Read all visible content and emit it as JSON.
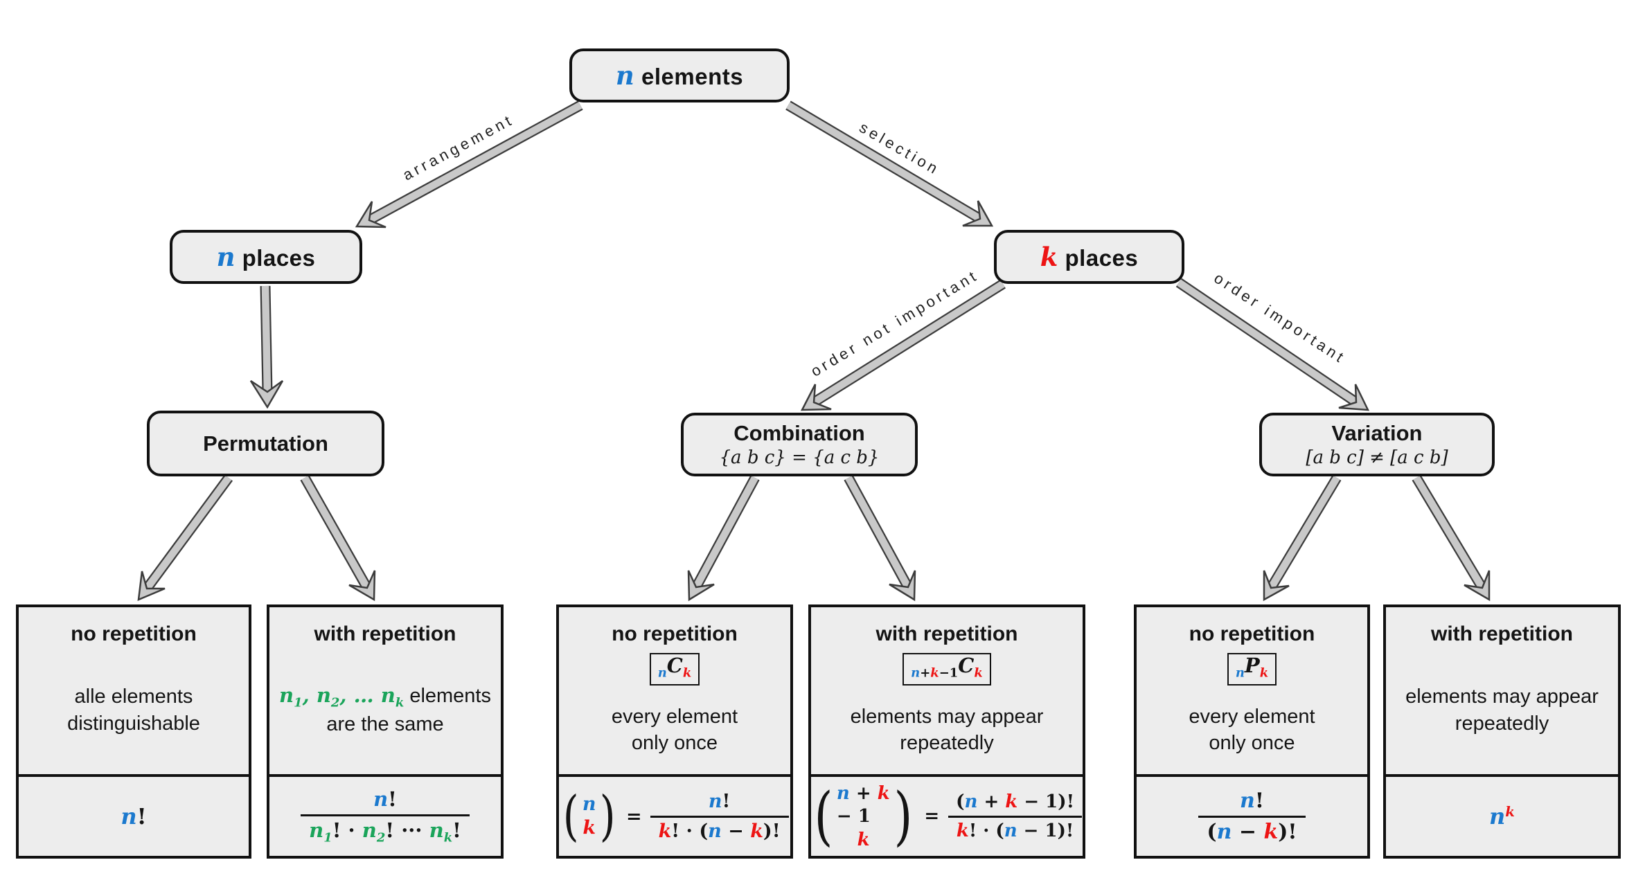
{
  "colors": {
    "blue": "#1b79ce",
    "red": "#ed1414",
    "green": "#1aa45a",
    "box_bg": "#ededed",
    "box_border": "#111111",
    "arrow_fill": "#c9c9c9",
    "arrow_edge": "#3c3c3c",
    "text": "#141414"
  },
  "nodes": {
    "root": {
      "tokens": [
        {
          "t": "n",
          "c": "b"
        },
        {
          "t": " elements",
          "c": "t"
        }
      ]
    },
    "n_places": {
      "tokens": [
        {
          "t": "n",
          "c": "b"
        },
        {
          "t": " places",
          "c": "t"
        }
      ]
    },
    "k_places": {
      "tokens": [
        {
          "t": "k",
          "c": "r"
        },
        {
          "t": " places",
          "c": "t"
        }
      ]
    },
    "permutation": {
      "title": "Permutation"
    },
    "combination": {
      "title": "Combination",
      "subtitle": "{a b c} = {a c b}"
    },
    "variation": {
      "title": "Variation",
      "subtitle": "[a b c] ≠ [a c b]"
    }
  },
  "edge_labels": {
    "arrangement": "arrangement",
    "selection": "selection",
    "order_not_important": "order not important",
    "order_important": "order important"
  },
  "cells": {
    "perm_no": {
      "heading": "no repetition",
      "desc": [
        "alle elements",
        "distinguishable"
      ],
      "formula": [
        {
          "t": "n",
          "c": "b"
        },
        {
          "t": "!",
          "c": "k"
        }
      ]
    },
    "perm_with": {
      "heading": "with repetition",
      "desc_math": [
        {
          "t": "n",
          "c": "g"
        },
        {
          "t": "1",
          "c": "g",
          "pos": "sub"
        },
        {
          "t": ", ",
          "c": "g"
        },
        {
          "t": "n",
          "c": "g"
        },
        {
          "t": "2",
          "c": "g",
          "pos": "sub"
        },
        {
          "t": ", … ",
          "c": "g"
        },
        {
          "t": "n",
          "c": "g"
        },
        {
          "t": "k",
          "c": "g",
          "pos": "sub"
        },
        {
          "t": " elements",
          "c": "d"
        }
      ],
      "desc2": "are the same",
      "frac_num": [
        {
          "t": "n",
          "c": "b"
        },
        {
          "t": "!",
          "c": "k"
        }
      ],
      "frac_den": [
        {
          "t": "n",
          "c": "g"
        },
        {
          "t": "1",
          "c": "g",
          "pos": "sub"
        },
        {
          "t": "! · ",
          "c": "k"
        },
        {
          "t": "n",
          "c": "g"
        },
        {
          "t": "2",
          "c": "g",
          "pos": "sub"
        },
        {
          "t": "! ··· ",
          "c": "k"
        },
        {
          "t": "n",
          "c": "g"
        },
        {
          "t": "k",
          "c": "g",
          "pos": "sub"
        },
        {
          "t": "!",
          "c": "k"
        }
      ]
    },
    "comb_no": {
      "heading": "no repetition",
      "badge": [
        {
          "t": "n",
          "c": "b",
          "pos": "sub"
        },
        {
          "t": "C",
          "c": "ki"
        },
        {
          "t": "k",
          "c": "r",
          "pos": "sub"
        }
      ],
      "desc": [
        "every element",
        "only once"
      ],
      "binom_top": [
        {
          "t": "n",
          "c": "b"
        }
      ],
      "binom_bot": [
        {
          "t": "k",
          "c": "r"
        }
      ],
      "eq": "=",
      "frac_num": [
        {
          "t": "n",
          "c": "b"
        },
        {
          "t": "!",
          "c": "k"
        }
      ],
      "frac_den": [
        {
          "t": "k",
          "c": "r"
        },
        {
          "t": "! · (",
          "c": "k"
        },
        {
          "t": "n",
          "c": "b"
        },
        {
          "t": " − ",
          "c": "k"
        },
        {
          "t": "k",
          "c": "r"
        },
        {
          "t": ")!",
          "c": "k"
        }
      ]
    },
    "comb_with": {
      "heading": "with repetition",
      "badge": [
        {
          "t": "n",
          "c": "b",
          "pos": "sub"
        },
        {
          "t": "+",
          "c": "k",
          "pos": "sub"
        },
        {
          "t": "k",
          "c": "r",
          "pos": "sub"
        },
        {
          "t": "−1",
          "c": "k",
          "pos": "sub"
        },
        {
          "t": "C",
          "c": "ki"
        },
        {
          "t": "k",
          "c": "r",
          "pos": "sub"
        }
      ],
      "desc": [
        "elements may appear",
        "repeatedly"
      ],
      "binom_top": [
        {
          "t": "n",
          "c": "b"
        },
        {
          "t": " + ",
          "c": "k"
        },
        {
          "t": "k",
          "c": "r"
        },
        {
          "t": " − 1",
          "c": "k"
        }
      ],
      "binom_bot": [
        {
          "t": "k",
          "c": "r"
        }
      ],
      "eq": "=",
      "frac_num": [
        {
          "t": "(",
          "c": "k"
        },
        {
          "t": "n",
          "c": "b"
        },
        {
          "t": " + ",
          "c": "k"
        },
        {
          "t": "k",
          "c": "r"
        },
        {
          "t": " − 1",
          "c": "k"
        },
        {
          "t": ")!",
          "c": "k"
        }
      ],
      "frac_den": [
        {
          "t": "k",
          "c": "r"
        },
        {
          "t": "! · (",
          "c": "k"
        },
        {
          "t": "n",
          "c": "b"
        },
        {
          "t": " − 1)!",
          "c": "k"
        }
      ]
    },
    "var_no": {
      "heading": "no repetition",
      "badge": [
        {
          "t": "n",
          "c": "b",
          "pos": "sub"
        },
        {
          "t": "P",
          "c": "ki"
        },
        {
          "t": "k",
          "c": "r",
          "pos": "sub"
        }
      ],
      "desc": [
        "every element",
        "only once"
      ],
      "frac_num": [
        {
          "t": "n",
          "c": "b"
        },
        {
          "t": "!",
          "c": "k"
        }
      ],
      "frac_den": [
        {
          "t": "(",
          "c": "k"
        },
        {
          "t": "n",
          "c": "b"
        },
        {
          "t": " − ",
          "c": "k"
        },
        {
          "t": "k",
          "c": "r"
        },
        {
          "t": ")!",
          "c": "k"
        }
      ]
    },
    "var_with": {
      "heading": "with repetition",
      "desc": [
        "elements may appear",
        "repeatedly"
      ],
      "formula": [
        {
          "t": "n",
          "c": "b"
        },
        {
          "t": "k",
          "c": "r",
          "pos": "sup"
        }
      ]
    }
  }
}
